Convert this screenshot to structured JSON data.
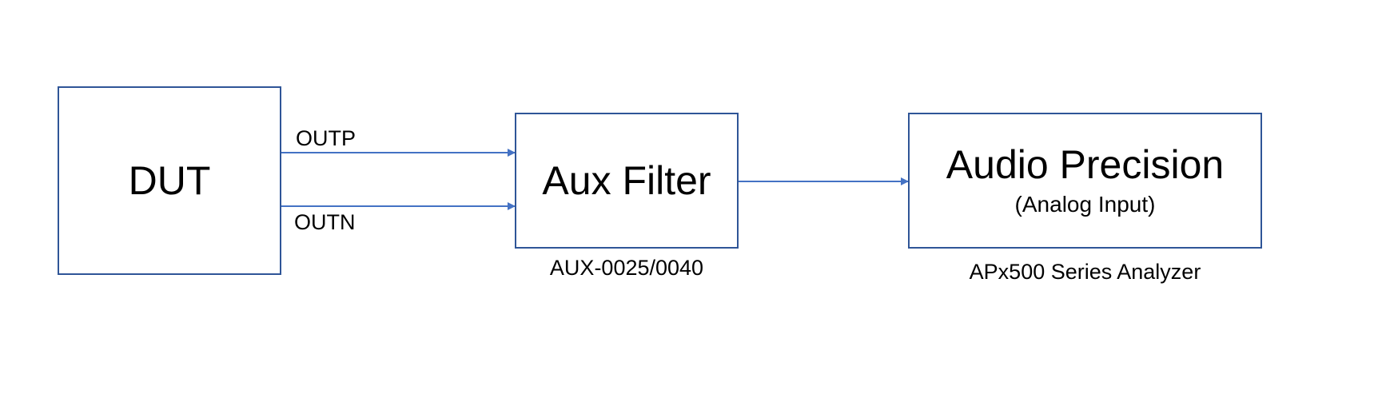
{
  "colors": {
    "line": "#4472c4",
    "box_border": "#2f5597"
  },
  "blocks": {
    "dut": {
      "title": "DUT"
    },
    "aux_filter": {
      "title": "Aux Filter",
      "caption": "AUX-0025/0040"
    },
    "audio_precision": {
      "title": "Audio Precision",
      "subtitle": "(Analog Input)",
      "caption": "APx500 Series Analyzer"
    }
  },
  "connections": {
    "outp_label": "OUTP",
    "outn_label": "OUTN"
  }
}
